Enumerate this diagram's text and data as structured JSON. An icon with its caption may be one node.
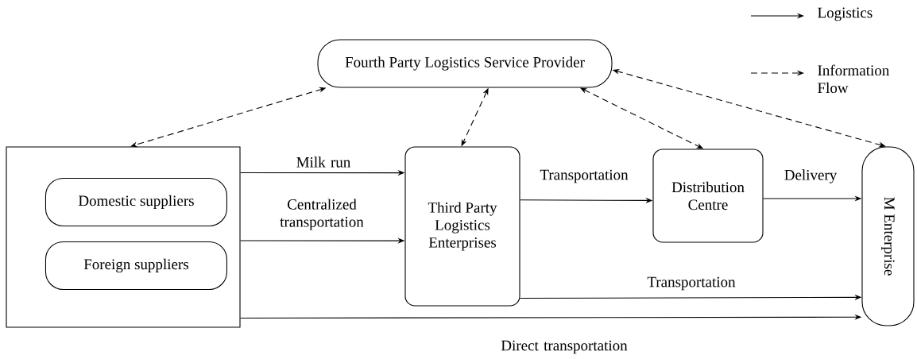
{
  "diagram": {
    "nodes": [
      {
        "text": [
          "Fourth Party Logistics Service Provider"
        ]
      },
      {
        "text": [],
        "shape": "box"
      },
      {
        "text": [
          "Domestic suppliers"
        ],
        "in": 1
      },
      {
        "text": [
          "Foreign suppliers"
        ],
        "in": 1
      },
      {
        "text": [
          "Third Party Logistics Enterprises"
        ]
      },
      {
        "text": [
          "Distribution Centre"
        ]
      },
      {
        "text": [
          "M Enterprise"
        ]
      }
    ],
    "edges": [
      {
        "from": 0,
        "to": 1,
        "arrow": "both",
        "style": "dashed"
      },
      {
        "from": 0,
        "to": 4,
        "arrow": "both",
        "style": "dashed"
      },
      {
        "from": 0,
        "to": 5,
        "arrow": "both",
        "style": "dashed"
      },
      {
        "from": 0,
        "to": 6,
        "arrow": "both",
        "style": "dashed"
      },
      {
        "from": 1,
        "to": 4,
        "arrow": "to",
        "label": "Milk run"
      },
      {
        "from": 1,
        "to": 4,
        "arrow": "to",
        "label": "Centralized transportation"
      },
      {
        "from": 4,
        "to": 5,
        "arrow": "to",
        "label": "Transportation"
      },
      {
        "from": 5,
        "to": 6,
        "arrow": "to",
        "label": "Delivery"
      },
      {
        "from": 4,
        "to": 6,
        "arrow": "to",
        "label": "Transportation"
      },
      {
        "from": 1,
        "to": 6,
        "arrow": "to",
        "label": "Direct transportation"
      }
    ],
    "legend": [
      {
        "text": "Logistics"
      },
      {
        "text": "Information Flow"
      }
    ]
  }
}
